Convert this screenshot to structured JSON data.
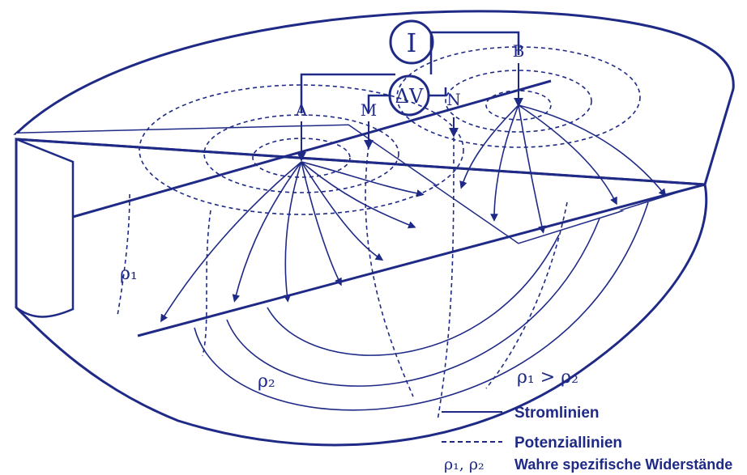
{
  "labels": {
    "current_source": "I",
    "voltage_meter": "ΔV",
    "electrode_a": "A",
    "electrode_b": "B",
    "electrode_m": "M",
    "electrode_n": "N",
    "rho1": "ρ₁",
    "rho2": "ρ₂",
    "relation": "ρ₁ > ρ₂"
  },
  "legend": {
    "stromlinien": "Stromlinien",
    "potenziallinien": "Potenziallinien",
    "symbols": "ρ₁, ρ₂",
    "widerstaende": "Wahre spezifische Widerstände"
  },
  "colors": {
    "ink": "#1f2a86",
    "surface": "#f3e6bf",
    "background": "#ffffff"
  }
}
